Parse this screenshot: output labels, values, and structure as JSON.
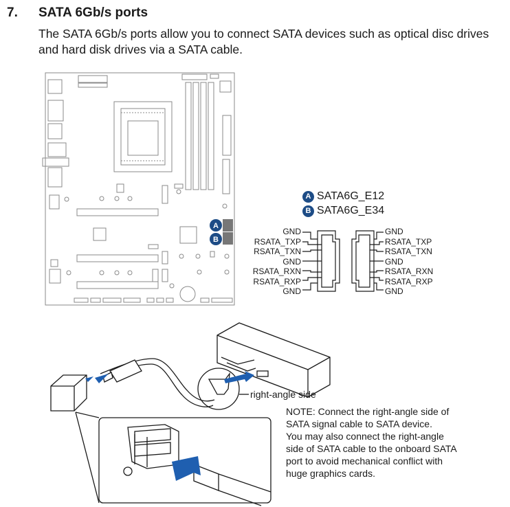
{
  "section": {
    "number": "7.",
    "title": "SATA 6Gb/s ports",
    "intro_lines": [
      "The SATA 6Gb/s ports allow you to connect SATA devices such as optical disc drives",
      "and hard disk drives via a SATA cable."
    ]
  },
  "legend": [
    {
      "badge": "A",
      "label": "SATA6G_E12"
    },
    {
      "badge": "B",
      "label": "SATA6G_E34"
    }
  ],
  "pinout": {
    "left": [
      "GND",
      "RSATA_TXP",
      "RSATA_TXN",
      "GND",
      "RSATA_RXN",
      "RSATA_RXP",
      "GND"
    ],
    "right": [
      "GND",
      "RSATA_TXP",
      "RSATA_TXN",
      "GND",
      "RSATA_RXN",
      "RSATA_RXP",
      "GND"
    ]
  },
  "board_badges": [
    "A",
    "B"
  ],
  "callout": "right-angle side",
  "note_lines": [
    "NOTE: Connect the right-angle side of",
    "SATA signal cable to SATA device.",
    "You may also connect the right-angle",
    "side of SATA cable to the onboard SATA",
    "port to avoid mechanical conflict with",
    "huge graphics cards."
  ],
  "colors": {
    "badge_blue": "#1d4c86",
    "arrow_blue": "#1f5fb0",
    "highlight_gray": "#777777",
    "line_gray": "#8a8a8a"
  }
}
